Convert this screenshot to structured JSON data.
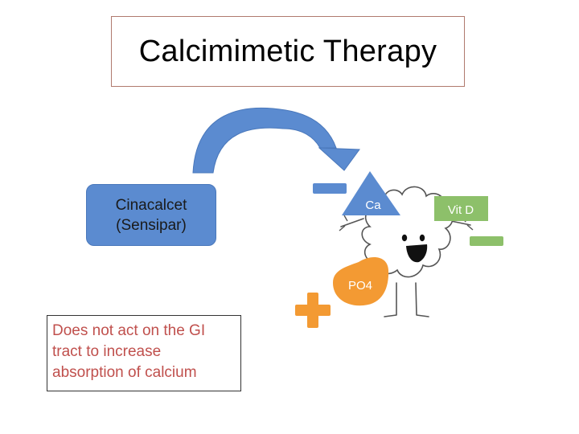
{
  "title": "Calcimimetic Therapy",
  "drug": {
    "line1": "Cinacalcet",
    "line2": "(Sensipar)"
  },
  "note": "Does not act on the GI tract to increase absorption of calcium",
  "labels": {
    "ca": "Ca",
    "vitd": "Vit D",
    "po4": "PO4"
  },
  "colors": {
    "drug_box": "#5b8bd0",
    "arrow": "#5b8bd0",
    "minus_blue": "#5b8bd0",
    "minus_green": "#8dc06a",
    "vitd_badge": "#8dc06a",
    "ca_triangle": "#5b8bd0",
    "po4_blob": "#f39a33",
    "plus": "#f39a33",
    "note_text": "#c0504d"
  },
  "icons": [
    "curved-arrow-icon",
    "minus-icon",
    "plus-icon",
    "parathyroid-cloud-character-icon"
  ]
}
